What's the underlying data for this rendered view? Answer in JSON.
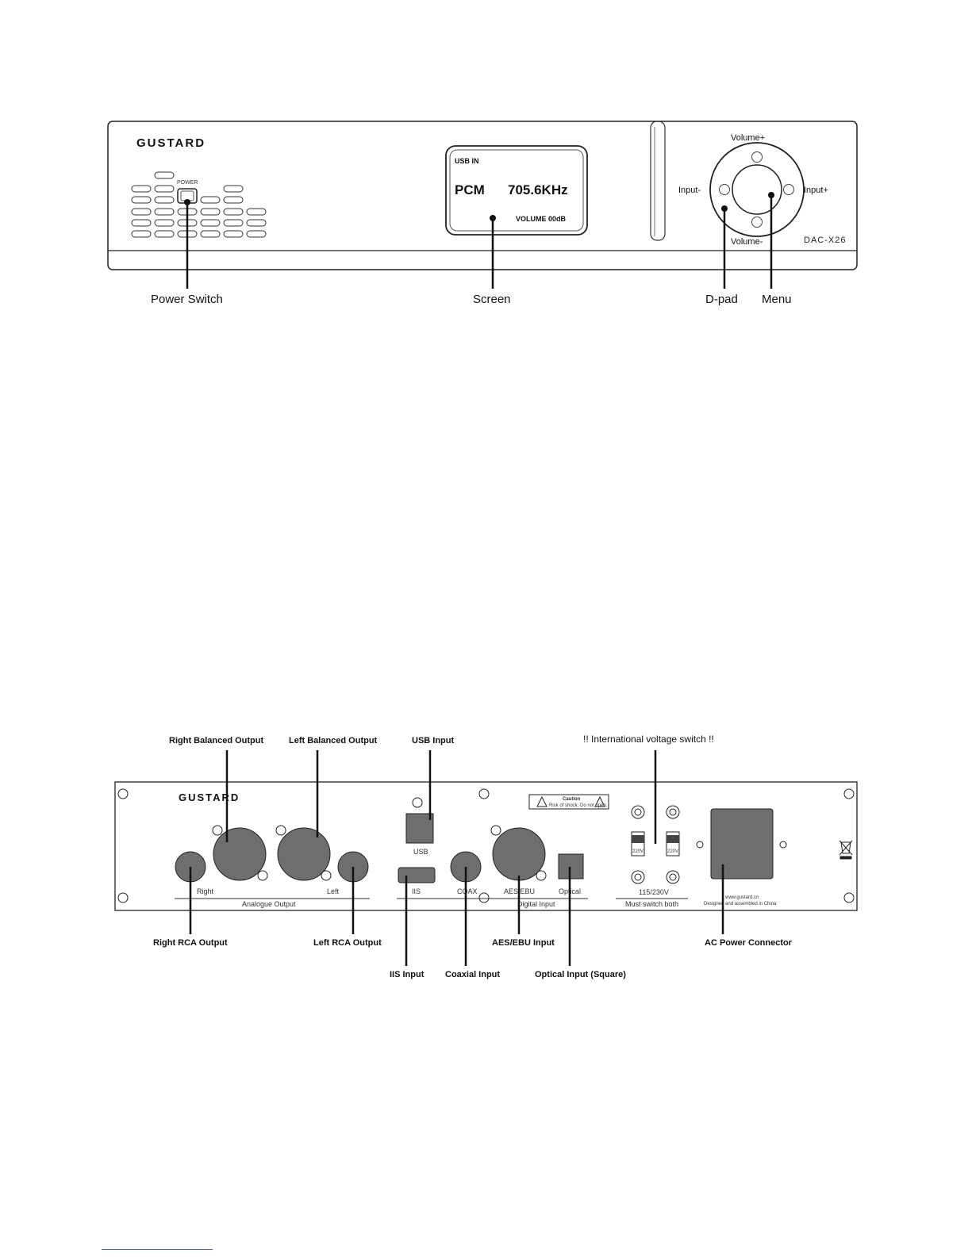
{
  "colors": {
    "line": "#222222",
    "connector": "#6e6e6e",
    "footnote_link": "#4a64c8"
  },
  "front_panel": {
    "brand": "GUSTARD",
    "power_label": "POWER",
    "screen": {
      "line1": "USB IN",
      "format": "PCM",
      "rate": "705.6KHz",
      "volume": "VOLUME 00dB"
    },
    "dpad": {
      "up": "Volume+",
      "down": "Volume-",
      "left": "Input-",
      "right": "Input+"
    },
    "model": "DAC-X26",
    "callouts": {
      "power_switch": "Power Switch",
      "screen": "Screen",
      "dpad": "D-pad",
      "menu": "Menu"
    }
  },
  "rear_panel": {
    "brand": "GUSTARD",
    "caution": {
      "title": "Caution",
      "text": "Risk of shock. Do not open."
    },
    "analogue": {
      "right": "Right",
      "left": "Left",
      "group": "Analogue Output"
    },
    "digital": {
      "usb": "USB",
      "iis": "IIS",
      "coax": "COAX",
      "aes": "AES/EBU",
      "optical": "Optical",
      "group": "Digital Input"
    },
    "voltage": {
      "switch_a": "220V",
      "switch_b": "220V",
      "rating": "115/230V",
      "note": "Must switch both"
    },
    "website": "www.gustard.cn",
    "made": "Designed and assembled in China",
    "callouts": {
      "right_balanced": "Right Balanced Output",
      "left_balanced": "Left Balanced Output",
      "usb_input": "USB Input",
      "voltage_switch": "!! International voltage switch !!",
      "right_rca": "Right RCA Output",
      "left_rca": "Left RCA Output",
      "iis_input": "IIS Input",
      "coaxial_input": "Coaxial Input",
      "aes_input": "AES/EBU Input",
      "optical_input": "Optical Input (Square)",
      "ac_power": "AC Power Connector"
    }
  }
}
